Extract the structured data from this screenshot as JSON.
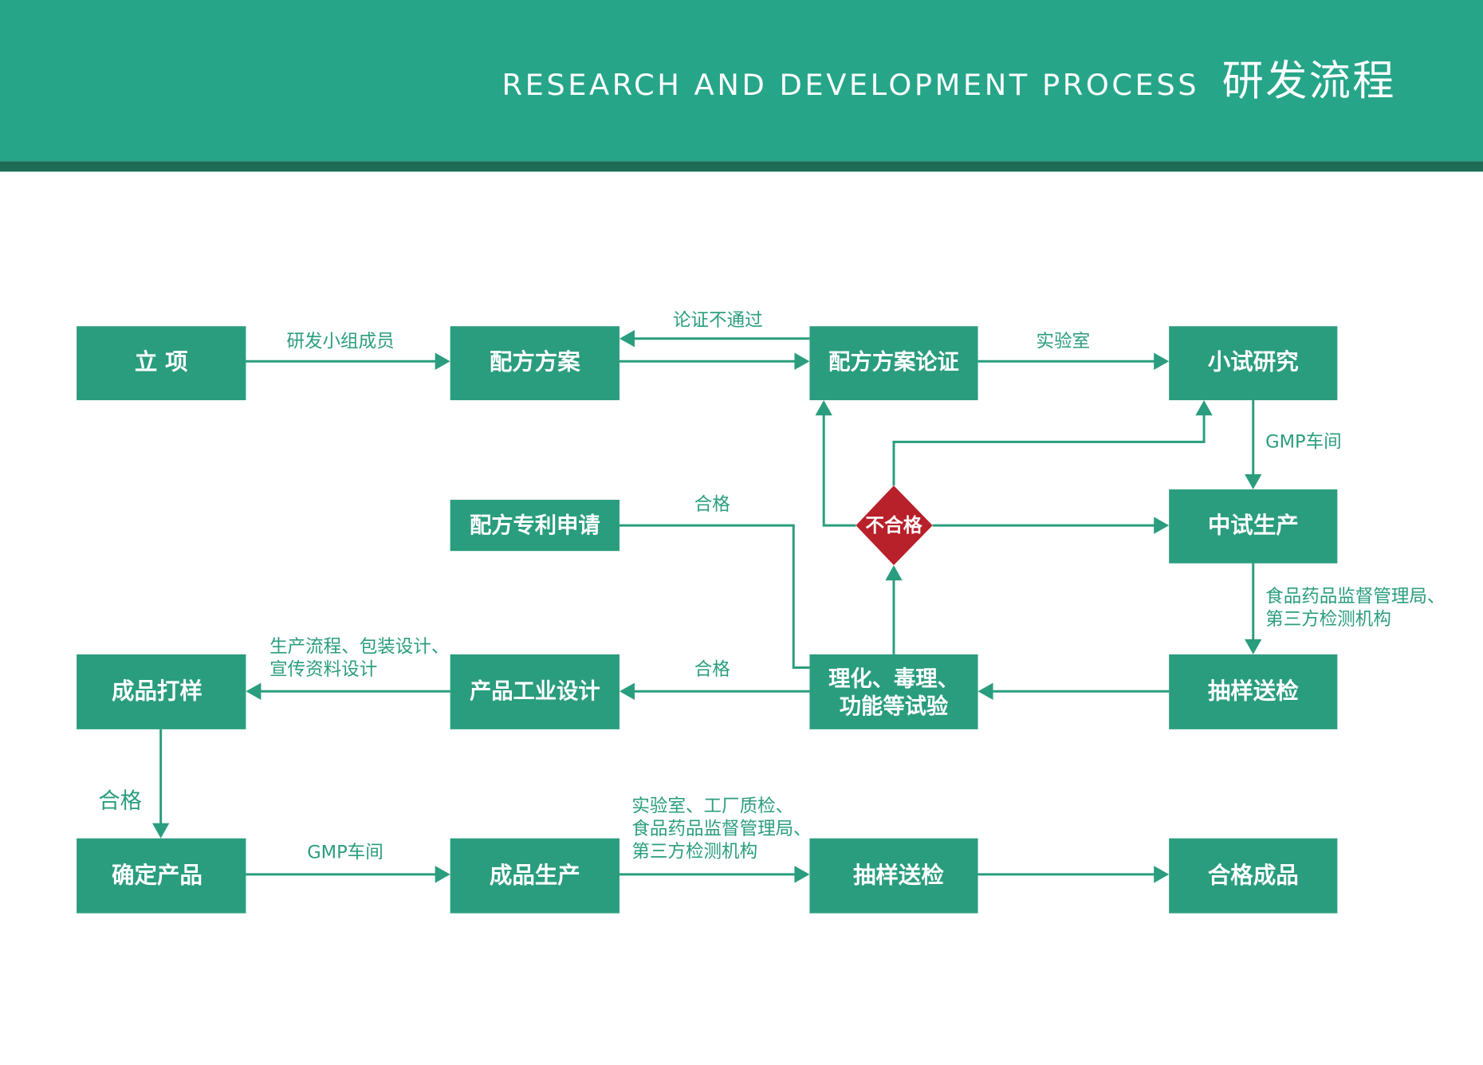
{
  "header": {
    "title_en": "RESEARCH AND DEVELOPMENT PROCESS",
    "title_cn": "研发流程"
  },
  "colors": {
    "banner": "#27a589",
    "banner_stripe": "#1d6b55",
    "node": "#2a9d7e",
    "decision": "#b8202a",
    "connector": "#2a9d7e"
  },
  "nodes": {
    "project_init": "立 项",
    "formula_plan": "配方方案",
    "formula_review": "配方方案论证",
    "pilot_research": "小试研究",
    "formula_patent": "配方专利申请",
    "midscale_production": "中试生产",
    "product_design": "产品工业设计",
    "tox_tests": [
      "理化、毒理、",
      "功能等试验"
    ],
    "sample_inspection_1": "抽样送检",
    "sample_making": "成品打样",
    "confirm_product": "确定产品",
    "mass_production": "成品生产",
    "sample_inspection_2": "抽样送检",
    "qualified_product": "合格成品",
    "decision": "不合格"
  },
  "edges": {
    "team_members": "研发小组成员",
    "review_failed": "论证不通过",
    "lab": "实验室",
    "gmp_workshop_1": "GMP车间",
    "qualified_patent": "合格",
    "fda_thirdparty": [
      "食品药品监督管理局、",
      "第三方检测机构"
    ],
    "qualified_design": "合格",
    "design_materials": [
      "生产流程、包装设计、",
      "宣传资料设计"
    ],
    "qualified_sample": "合格",
    "gmp_workshop_2": "GMP车间",
    "lab_factory_fda": [
      "实验室、工厂质检、",
      "食品药品监督管理局、",
      "第三方检测机构"
    ]
  }
}
